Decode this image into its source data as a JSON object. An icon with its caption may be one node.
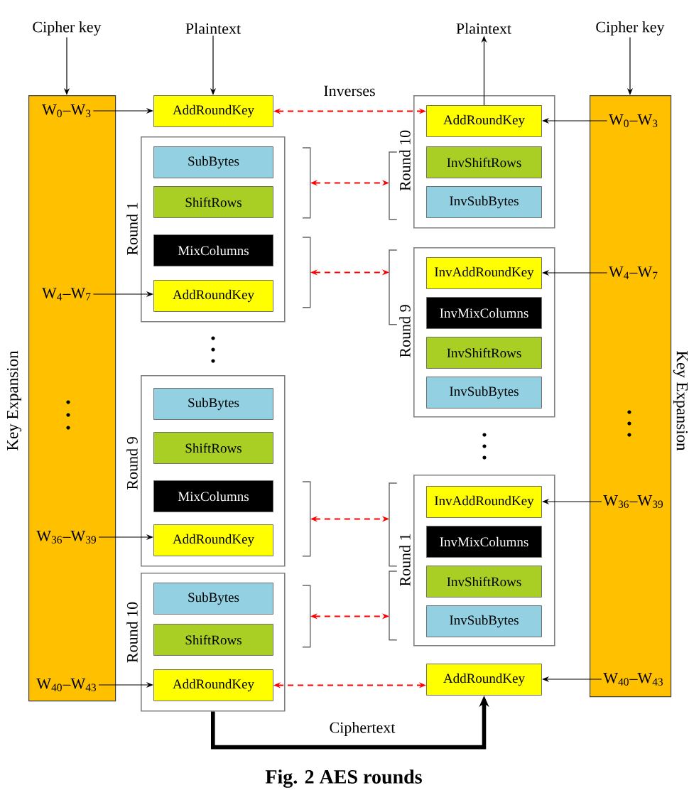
{
  "diagram": {
    "caption": "Fig. 2 AES rounds",
    "nodes": [
      {
        "text": [
          "Cipher key"
        ]
      },
      {
        "text": [
          "Plaintext"
        ]
      },
      {
        "text": [
          "Plaintext"
        ]
      },
      {
        "text": [
          "Cipher key"
        ]
      },
      {
        "text": [
          "Key Expansion"
        ]
      },
      {
        "text": [
          "W$_{0}$–W$_{3}$"
        ],
        "in": 4
      },
      {
        "text": [
          "W$_{4}$–W$_{7}$"
        ],
        "in": 4
      },
      {
        "text": [
          "W$_{36}$–W$_{39}$"
        ],
        "in": 4
      },
      {
        "text": [
          "W$_{40}$–W$_{43}$"
        ],
        "in": 4
      },
      {
        "text": [
          "AddRoundKey"
        ]
      },
      {
        "text": [
          "Round 1"
        ]
      },
      {
        "text": [
          "SubBytes"
        ],
        "in": 10
      },
      {
        "text": [
          "ShiftRows"
        ],
        "in": 10
      },
      {
        "text": [
          "MixColumns"
        ],
        "in": 10
      },
      {
        "text": [
          "AddRoundKey"
        ],
        "in": 10
      },
      {
        "text": [
          "Round 9"
        ]
      },
      {
        "text": [
          "SubBytes"
        ],
        "in": 15
      },
      {
        "text": [
          "ShiftRows"
        ],
        "in": 15
      },
      {
        "text": [
          "MixColumns"
        ],
        "in": 15
      },
      {
        "text": [
          "AddRoundKey"
        ],
        "in": 15
      },
      {
        "text": [
          "Round 10"
        ]
      },
      {
        "text": [
          "SubBytes"
        ],
        "in": 20
      },
      {
        "text": [
          "ShiftRows"
        ],
        "in": 20
      },
      {
        "text": [
          "AddRoundKey"
        ],
        "in": 20
      },
      {
        "text": [
          "Round 10"
        ]
      },
      {
        "text": [
          "AddRoundKey"
        ],
        "in": 24
      },
      {
        "text": [
          "InvShiftRows"
        ],
        "in": 24
      },
      {
        "text": [
          "InvSubBytes"
        ],
        "in": 24
      },
      {
        "text": [
          "Round 9"
        ]
      },
      {
        "text": [
          "InvAddRoundKey"
        ],
        "in": 28
      },
      {
        "text": [
          "InvMixColumns"
        ],
        "in": 28
      },
      {
        "text": [
          "InvShiftRows"
        ],
        "in": 28
      },
      {
        "text": [
          "InvSubBytes"
        ],
        "in": 28
      },
      {
        "text": [
          "Round 1"
        ]
      },
      {
        "text": [
          "InvAddRoundKey"
        ],
        "in": 33
      },
      {
        "text": [
          "InvMixColumns"
        ],
        "in": 33
      },
      {
        "text": [
          "InvShiftRows"
        ],
        "in": 33
      },
      {
        "text": [
          "InvSubBytes"
        ],
        "in": 33
      },
      {
        "text": [
          "AddRoundKey"
        ]
      },
      {
        "text": [
          "Key Expansion"
        ]
      },
      {
        "text": [
          "W$_{0}$–W$_{3}$"
        ],
        "in": 39
      },
      {
        "text": [
          "W$_{4}$–W$_{7}$"
        ],
        "in": 39
      },
      {
        "text": [
          "W$_{36}$–W$_{39}$"
        ],
        "in": 39
      },
      {
        "text": [
          "W$_{40}$–W$_{43}$"
        ],
        "in": 39
      },
      {
        "text": [],
        "shape": "bracket"
      },
      {
        "text": [],
        "shape": "bracket"
      },
      {
        "text": [],
        "shape": "bracket"
      },
      {
        "text": [],
        "shape": "bracket"
      },
      {
        "text": [],
        "shape": "bracket"
      },
      {
        "text": [],
        "shape": "bracket"
      },
      {
        "text": [],
        "shape": "bracket"
      },
      {
        "text": [],
        "shape": "bracket"
      }
    ],
    "edges": [
      {
        "from": 0,
        "to": 4,
        "arrow": "to"
      },
      {
        "from": 1,
        "to": 9,
        "arrow": "to"
      },
      {
        "from": 5,
        "to": 9,
        "arrow": "to"
      },
      {
        "from": 6,
        "to": 14,
        "arrow": "to"
      },
      {
        "from": 7,
        "to": 19,
        "arrow": "to"
      },
      {
        "from": 8,
        "to": 23,
        "arrow": "to"
      },
      {
        "from": 25,
        "to": 2,
        "arrow": "to"
      },
      {
        "from": 3,
        "to": 39,
        "arrow": "to"
      },
      {
        "from": 40,
        "to": 25,
        "arrow": "to"
      },
      {
        "from": 41,
        "to": 29,
        "arrow": "to"
      },
      {
        "from": 42,
        "to": 34,
        "arrow": "to"
      },
      {
        "from": 43,
        "to": 38,
        "arrow": "to"
      },
      {
        "from": 20,
        "to": 38,
        "arrow": "to",
        "label": "Ciphertext",
        "style": "thick"
      },
      {
        "from": 9,
        "to": 25,
        "arrow": "both",
        "label": "Inverses",
        "style": "dashed",
        "color": "#ff0000"
      },
      {
        "from": 44,
        "to": 48,
        "arrow": "both",
        "style": "dashed",
        "color": "#ff0000"
      },
      {
        "from": 45,
        "to": 49,
        "arrow": "both",
        "style": "dashed",
        "color": "#ff0000"
      },
      {
        "from": 46,
        "to": 50,
        "arrow": "both",
        "style": "dashed",
        "color": "#ff0000"
      },
      {
        "from": 47,
        "to": 51,
        "arrow": "both",
        "style": "dashed",
        "color": "#ff0000"
      },
      {
        "from": 23,
        "to": 38,
        "arrow": "both",
        "style": "dashed",
        "color": "#ff0000"
      }
    ]
  }
}
